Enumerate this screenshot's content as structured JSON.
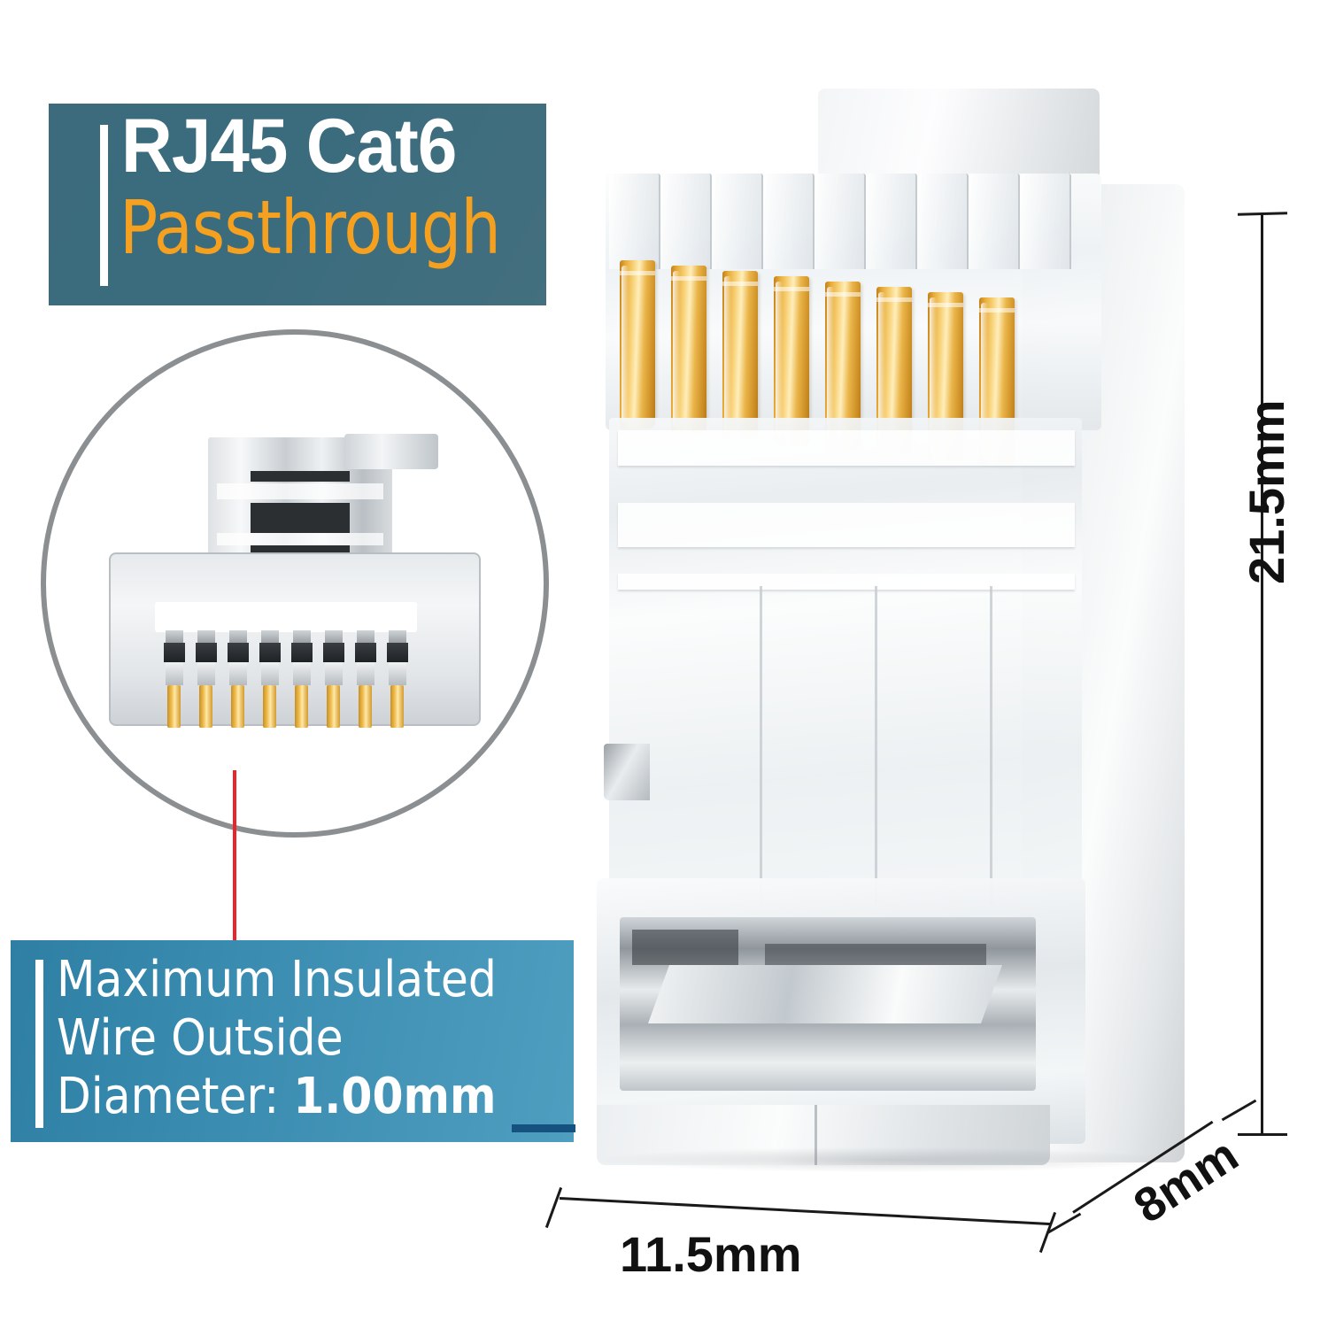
{
  "product": {
    "title_line_1": "RJ45 Cat6",
    "title_line_2": "Passthrough",
    "accent_teal": "#3b6b7c",
    "accent_orange": "#f6a01f",
    "accent_blue": "#2f7fa5",
    "pointer_red": "#e8252a",
    "dash_navy": "#16527f",
    "gold": "#e7ab37"
  },
  "spec_badge": {
    "label": "Maximum Insulated\nWire Outside\nDiameter: ",
    "value": "1.00mm",
    "full_text": "Maximum Insulated Wire Outside Diameter: 1.00mm"
  },
  "dimensions": {
    "height": "21.5mm",
    "width": "11.5mm",
    "depth": "8mm"
  },
  "inset": {
    "view_name": "front-face-detail",
    "pin_count": 8
  },
  "connector": {
    "pin_count": 8,
    "fin_count": 9,
    "type": "RJ45 Cat6 passthrough modular plug"
  }
}
